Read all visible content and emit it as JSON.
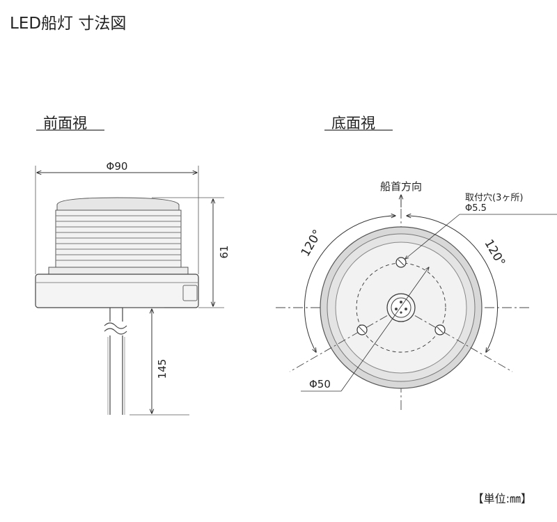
{
  "title": "LED船灯 寸法図",
  "unit_note": "【単位:㎜】",
  "front_view": {
    "label": "前面視",
    "diameter": "Φ90",
    "height": "61",
    "lead_length": "145"
  },
  "bottom_view": {
    "label": "底面視",
    "bow_direction": "船首方向",
    "hole_label": "取付穴(3ヶ所)",
    "hole_size": "Φ5.5",
    "angle_left": "120°",
    "angle_right": "120°",
    "pcd": "Φ50"
  }
}
